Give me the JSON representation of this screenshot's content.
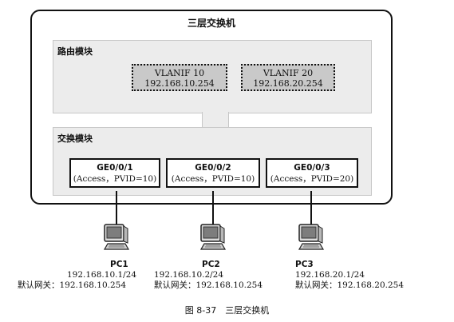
{
  "switch": {
    "title": "三层交换机"
  },
  "routing_module": {
    "label": "路由模块",
    "vlanifs": [
      {
        "name": "VLANIF 10",
        "ip": "192.168.10.254"
      },
      {
        "name": "VLANIF 20",
        "ip": "192.168.20.254"
      }
    ]
  },
  "switching_module": {
    "label": "交换模块",
    "ports": [
      {
        "name": "GE0/0/1",
        "config": "(Access，PVID=10)"
      },
      {
        "name": "GE0/0/2",
        "config": "(Access，PVID=10)"
      },
      {
        "name": "GE0/0/3",
        "config": "(Access，PVID=20)"
      }
    ]
  },
  "pcs": [
    {
      "name": "PC1",
      "ip": "192.168.10.1/24",
      "gateway": "默认网关：192.168.10.254"
    },
    {
      "name": "PC2",
      "ip": "192.168.10.2/24",
      "gateway": "默认网关：192.168.10.254"
    },
    {
      "name": "PC3",
      "ip": "192.168.20.1/24",
      "gateway": "默认网关：192.168.20.254"
    }
  ],
  "caption": "图 8-37　三层交换机",
  "icons": {
    "pc": "desktop-computer-icon"
  }
}
